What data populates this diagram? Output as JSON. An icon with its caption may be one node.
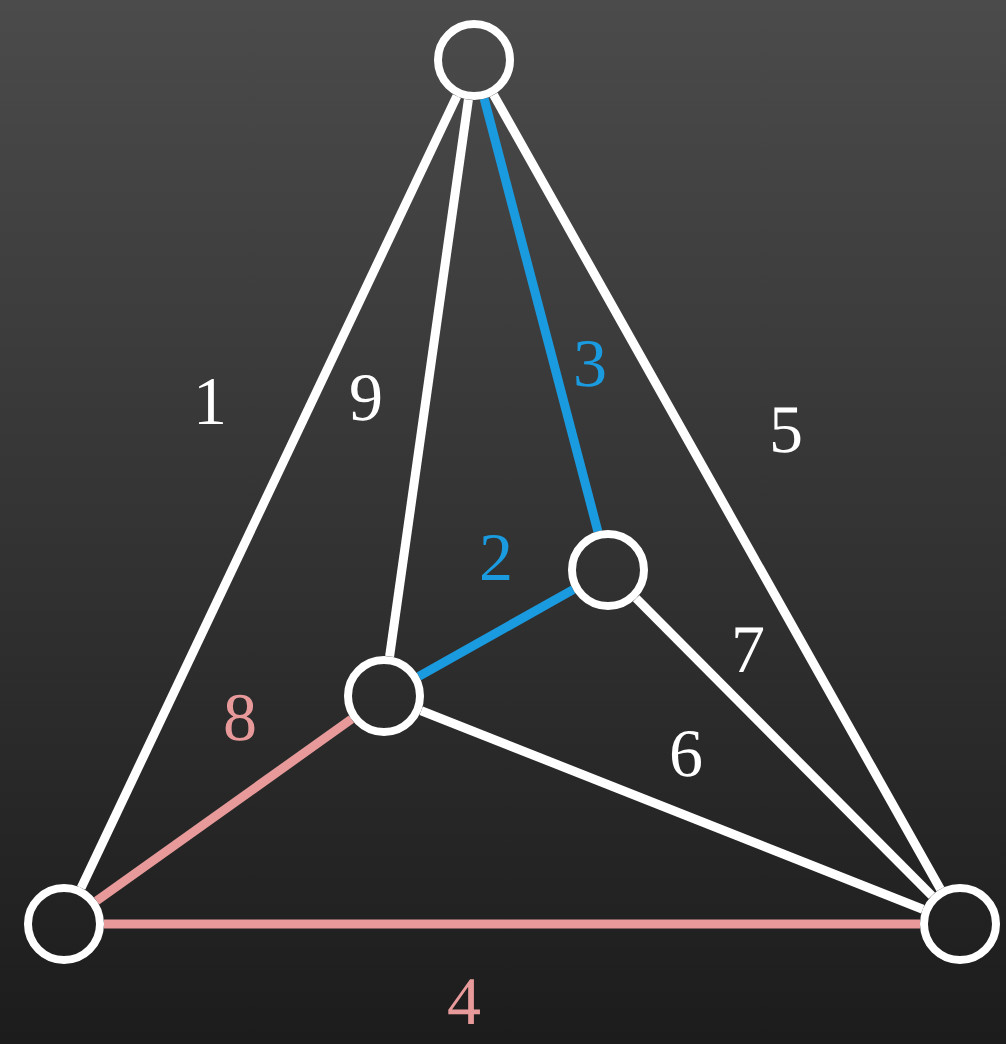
{
  "diagram": {
    "nodes": [
      {
        "text": [],
        "shape": "circle"
      },
      {
        "text": [],
        "shape": "circle"
      },
      {
        "text": [],
        "shape": "circle"
      },
      {
        "text": [],
        "shape": "circle"
      },
      {
        "text": [],
        "shape": "circle"
      }
    ],
    "edges": [
      {
        "from": 0,
        "to": 3,
        "arrow": "none",
        "label": "1"
      },
      {
        "from": 0,
        "to": 2,
        "arrow": "none",
        "label": "9"
      },
      {
        "from": 0,
        "to": 1,
        "arrow": "none",
        "label": "3",
        "color": "#1a9be0"
      },
      {
        "from": 0,
        "to": 4,
        "arrow": "none",
        "label": "5"
      },
      {
        "from": 1,
        "to": 2,
        "arrow": "none",
        "label": "2",
        "color": "#1a9be0"
      },
      {
        "from": 1,
        "to": 4,
        "arrow": "none",
        "label": "7"
      },
      {
        "from": 2,
        "to": 4,
        "arrow": "none",
        "label": "6"
      },
      {
        "from": 2,
        "to": 3,
        "arrow": "none",
        "label": "8",
        "color": "#e89a9a"
      },
      {
        "from": 3,
        "to": 4,
        "arrow": "none",
        "label": "4",
        "color": "#e89a9a"
      }
    ]
  }
}
